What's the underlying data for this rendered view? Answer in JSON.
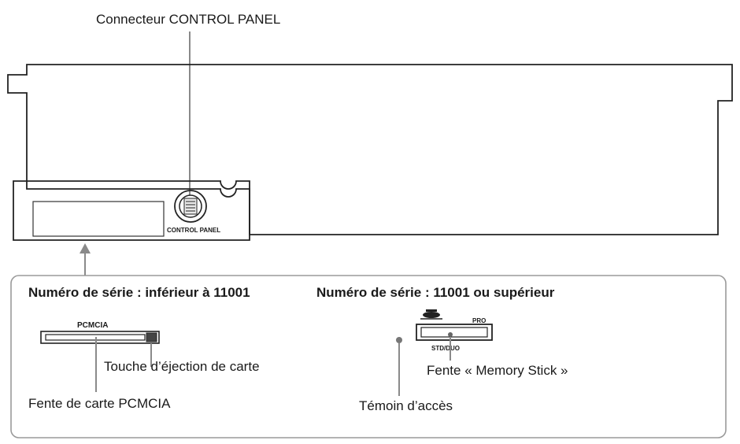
{
  "labels": {
    "control_connector": "Connecteur CONTROL PANEL",
    "control_panel_mark": "CONTROL PANEL",
    "serial_below": "Numéro de série : inférieur à 11001",
    "serial_above": "Numéro de série : 11001 ou supérieur",
    "pcmcia_mark": "PCMCIA",
    "eject_button": "Touche d’éjection de carte",
    "pcmcia_slot": "Fente de carte PCMCIA",
    "access_led": "Témoin d’accès",
    "memory_stick_slot": "Fente « Memory Stick »",
    "pro_mark": "PRO",
    "std_duo_mark": "STD/DUO"
  },
  "colors": {
    "line": "#222222",
    "leader": "#8a8a8a",
    "panel_border": "#9a9a9a"
  }
}
